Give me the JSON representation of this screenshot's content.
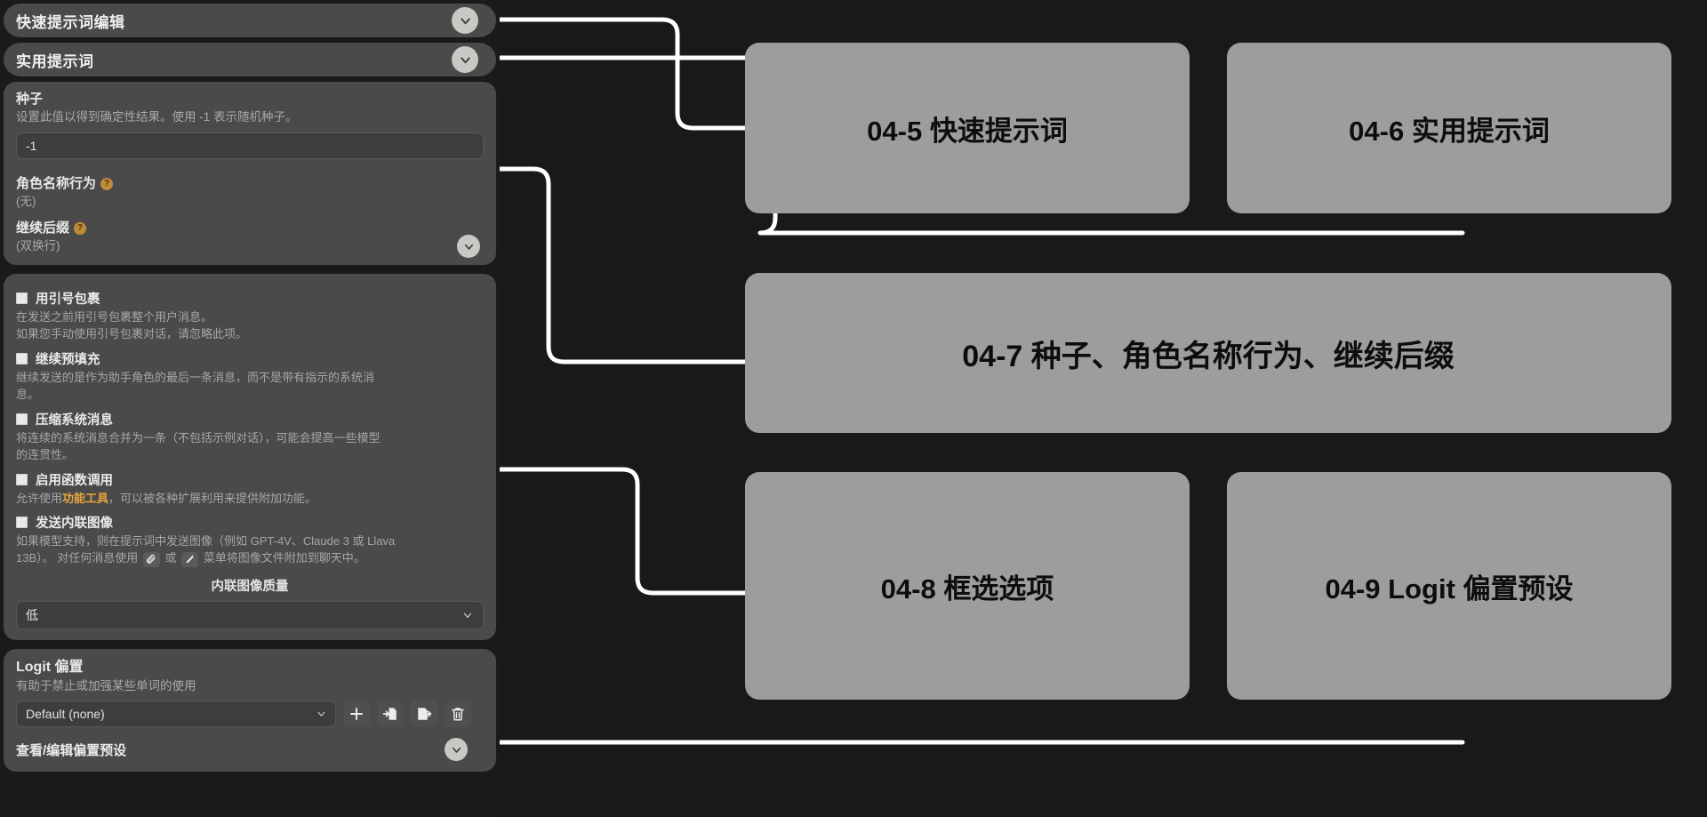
{
  "panel": {
    "collapsibles": [
      {
        "title": "快速提示词编辑",
        "icon": "chevron-down-icon"
      },
      {
        "title": "实用提示词",
        "icon": "chevron-down-icon"
      }
    ],
    "seed": {
      "label": "种子",
      "description": "设置此值以得到确定性结果。使用 -1 表示随机种子。",
      "value": "-1"
    },
    "char_name_behavior": {
      "label": "角色名称行为",
      "hint_icon": "?",
      "value": "(无)",
      "icon": "chevron-down-icon"
    },
    "continue_postfix": {
      "label": "继续后缀",
      "hint_icon": "?",
      "value": "(双换行)",
      "icon": "chevron-down-icon"
    },
    "checkboxes": [
      {
        "label": "用引号包裹",
        "checked": false,
        "desc_lines": [
          "在发送之前用引号包裹整个用户消息。",
          "如果您手动使用引号包裹对话，请忽略此项。"
        ]
      },
      {
        "label": "继续预填充",
        "checked": false,
        "desc_lines": [
          "继续发送的是作为助手角色的最后一条消息，而不是带有指示的系统消",
          "息。"
        ]
      },
      {
        "label": "压缩系统消息",
        "checked": false,
        "desc_lines": [
          "将连续的系统消息合并为一条（不包括示例对话），可能会提高一些模型",
          "的连贯性。"
        ]
      },
      {
        "label": "启用函数调用",
        "checked": false,
        "desc_prefix": "允许使用",
        "desc_link": "功能工具",
        "desc_suffix": "，可以被各种扩展利用来提供附加功能。"
      },
      {
        "label": "发送内联图像",
        "checked": false,
        "desc_part1": "如果模型支持，则在提示词中发送图像（例如 GPT-4V、Claude 3 或 Llava",
        "desc_part2": "13B）。 对任何消息使用",
        "icon1": "paperclip-icon",
        "desc_or": "或",
        "icon2": "magic-wand-icon",
        "desc_part3": "菜单将图像文件附加到聊天中。"
      }
    ],
    "inline_image_quality": {
      "label": "内联图像质量",
      "value": "低",
      "icon": "chevron-down-icon"
    },
    "logit_bias": {
      "label": "Logit 偏置",
      "description": "有助于禁止或加强某些单词的使用",
      "preset_value": "Default (none)",
      "buttons": [
        {
          "name": "add-preset-button",
          "icon": "plus-icon"
        },
        {
          "name": "import-preset-button",
          "icon": "file-import-icon"
        },
        {
          "name": "export-preset-button",
          "icon": "file-export-icon"
        },
        {
          "name": "delete-preset-button",
          "icon": "trash-icon"
        }
      ],
      "edit_presets_label": "查看/编辑偏置预设",
      "edit_presets_icon": "chevron-down-icon"
    }
  },
  "annotations": [
    {
      "id": "a1",
      "label": "04-5 快速提示词"
    },
    {
      "id": "a2",
      "label": "04-6 实用提示词"
    },
    {
      "id": "a3",
      "label": "04-7 种子、角色名称行为、继续后缀"
    },
    {
      "id": "a4",
      "label": "04-8 框选选项"
    },
    {
      "id": "a5",
      "label": "04-9 Logit 偏置预设"
    }
  ],
  "colors": {
    "background": "#191919",
    "panel": "#4a4a4a",
    "annotation_card": "#9d9d9d",
    "wire": "#ffffff",
    "accent_link": "#e8a33d",
    "hint_badge": "#c08c3a"
  }
}
